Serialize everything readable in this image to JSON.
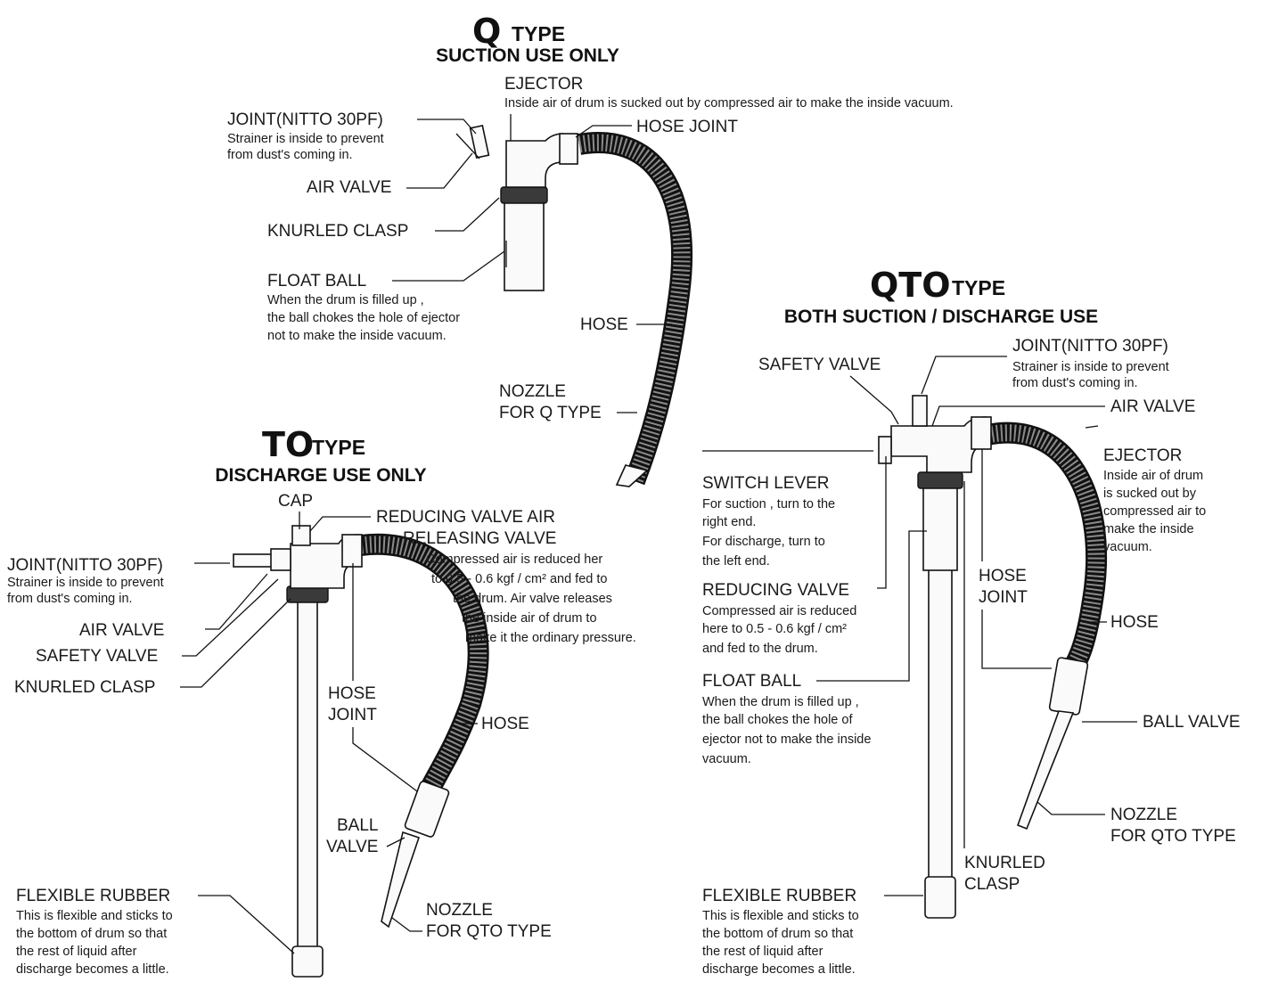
{
  "q_type": {
    "title_big": "Q",
    "title_small": "TYPE",
    "subtitle": "SUCTION USE ONLY",
    "ejector": "EJECTOR",
    "ejector_desc": "Inside air of drum is sucked out by compressed air to make the inside vacuum.",
    "joint": "JOINT(NITTO 30PF)",
    "joint_desc": [
      "Strainer is inside to prevent",
      "from dust's coming in."
    ],
    "hose_joint": "HOSE JOINT",
    "air_valve": "AIR VALVE",
    "knurled_clasp": "KNURLED CLASP",
    "float_ball": "FLOAT BALL",
    "float_ball_desc": [
      "When the drum is filled up ,",
      "the ball chokes the hole of ejector",
      "not to make the inside vacuum."
    ],
    "hose": "HOSE",
    "nozzle": [
      "NOZZLE",
      "FOR Q TYPE"
    ]
  },
  "to_type": {
    "title_big": "TO",
    "title_small": "TYPE",
    "subtitle": "DISCHARGE USE ONLY",
    "cap": "CAP",
    "reducing_valve": [
      "REDUCING VALVE AIR",
      "RELEASING VALVE"
    ],
    "reducing_desc": [
      "Compressed air is reduced her",
      "to 0.5 - 0.6 kgf / cm² and fed to",
      "the drum.  Air valve releases",
      "the inside air of drum to",
      "make it the ordinary pressure."
    ],
    "joint": "JOINT(NITTO 30PF)",
    "joint_desc": [
      "Strainer is inside to prevent",
      "from dust's coming in."
    ],
    "air_valve": "AIR VALVE",
    "safety_valve": "SAFETY VALVE",
    "knurled_clasp": "KNURLED CLASP",
    "hose_joint": [
      "HOSE",
      "JOINT"
    ],
    "hose": "HOSE",
    "ball_valve": [
      "BALL",
      "VALVE"
    ],
    "flexible_rubber": "FLEXIBLE RUBBER",
    "flexible_desc": [
      "This is flexible and sticks to",
      "the bottom of drum so that",
      "the rest of liquid after",
      "discharge becomes a little."
    ],
    "nozzle": [
      "NOZZLE",
      "FOR QTO TYPE"
    ]
  },
  "qto_type": {
    "title_big": "QTO",
    "title_small": "TYPE",
    "subtitle": "BOTH SUCTION / DISCHARGE USE",
    "safety_valve": "SAFETY VALVE",
    "joint": "JOINT(NITTO 30PF)",
    "joint_desc": [
      "Strainer is inside to prevent",
      "from dust's coming in."
    ],
    "air_valve": "AIR VALVE",
    "ejector": "EJECTOR",
    "ejector_desc": [
      "Inside air of drum",
      "is sucked out by",
      "compressed air to",
      "make the inside",
      "vacuum."
    ],
    "switch_lever": "SWITCH LEVER",
    "switch_desc": [
      "For suction , turn to the",
      "right end.",
      "For discharge, turn to",
      "the left end."
    ],
    "hose_joint": [
      "HOSE",
      "JOINT"
    ],
    "hose": "HOSE",
    "reducing_valve": "REDUCING VALVE",
    "reducing_desc": [
      "Compressed air is reduced",
      "here to 0.5 - 0.6 kgf / cm²",
      "and fed to the drum."
    ],
    "float_ball": "FLOAT BALL",
    "float_ball_desc": [
      "When the drum is filled up ,",
      "the ball chokes the hole of",
      "ejector not to make the inside",
      "vacuum."
    ],
    "ball_valve": "BALL VALVE",
    "nozzle": [
      "NOZZLE",
      "FOR QTO TYPE"
    ],
    "knurled_clasp": [
      "KNURLED",
      "CLASP"
    ],
    "flexible_rubber": "FLEXIBLE RUBBER",
    "flexible_desc": [
      "This is flexible and sticks to",
      "the bottom of drum so that",
      "the rest of liquid after",
      "discharge becomes a little."
    ]
  }
}
